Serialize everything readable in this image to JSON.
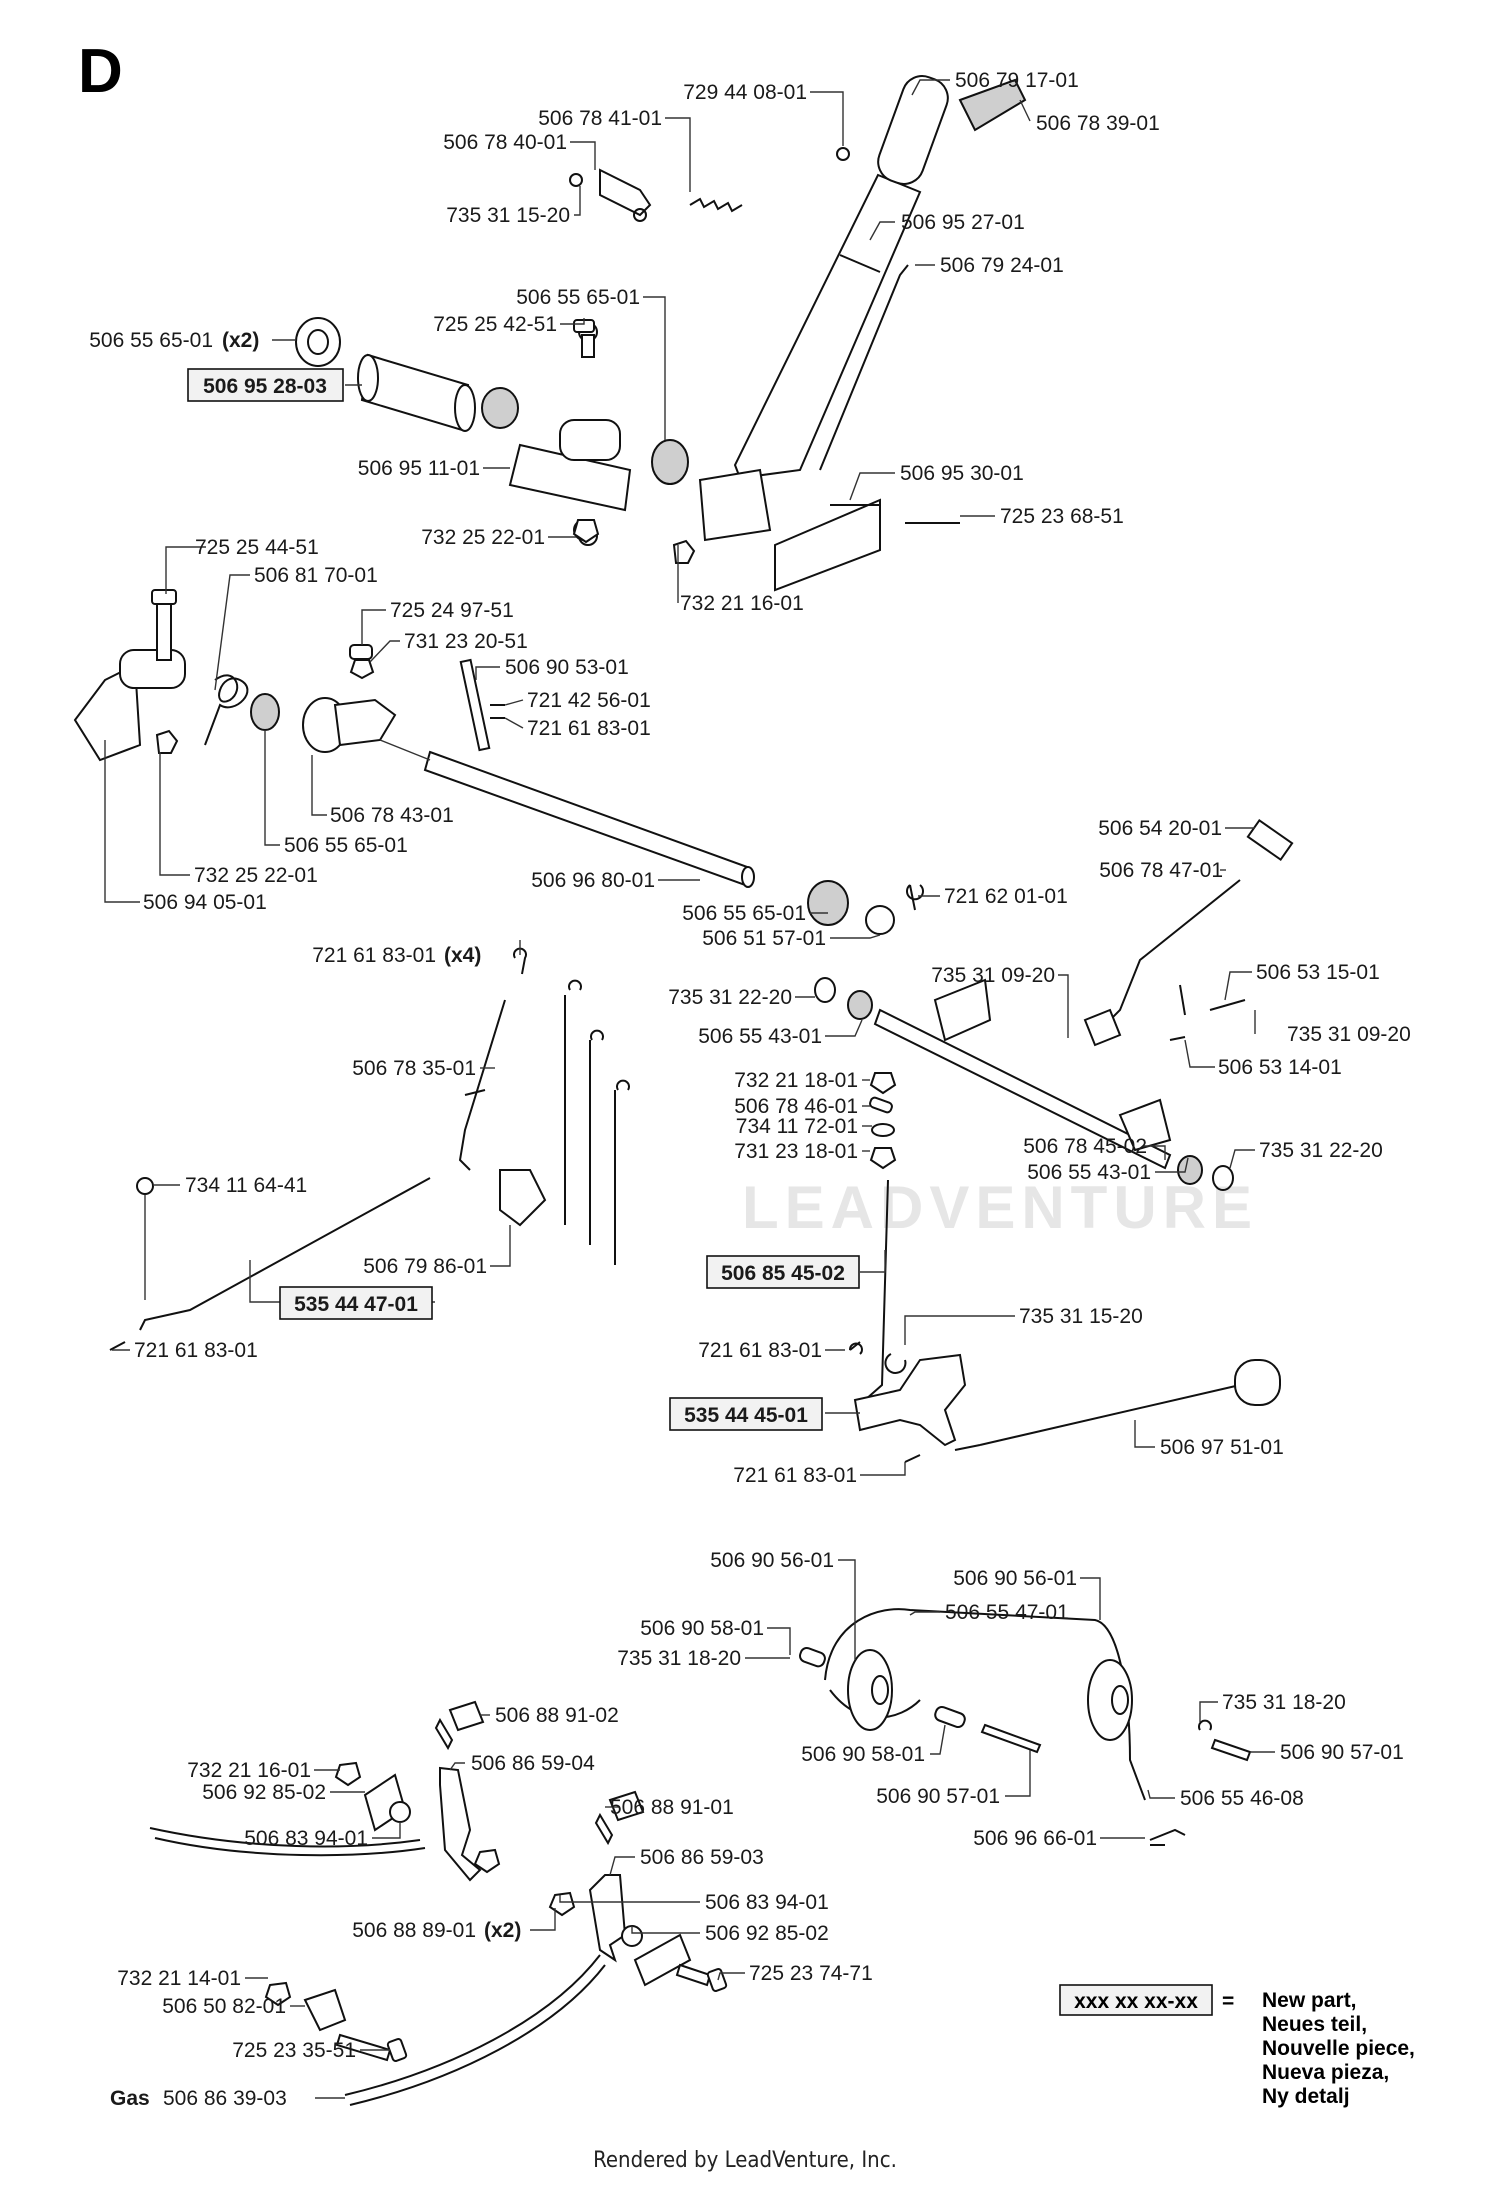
{
  "section_letter": "D",
  "watermark": "LEADVENTURE",
  "footer": "Rendered by LeadVenture, Inc.",
  "legend": {
    "pattern": "xxx xx xx-xx",
    "equals": "=",
    "lines": [
      "New part,",
      "Neues teil,",
      "Nouvelle piece,",
      "Nueva pieza,",
      "Ny detalj"
    ]
  },
  "labels": {
    "l01": "729 44 08-01",
    "l02": "506 79 17-01",
    "l03": "506 78 41-01",
    "l04": "506 78 40-01",
    "l05": "506 78 39-01",
    "l06": "735 31 15-20",
    "l07": "506 95 27-01",
    "l08": "506 79 24-01",
    "l09": "506 55 65-01",
    "l10": "506 55 65-01",
    "l10q": "(x2)",
    "l11": "725 25 42-51",
    "l12": "506 95 28-03",
    "l13": "506 95 11-01",
    "l14": "506 95 30-01",
    "l15": "725 23 68-51",
    "l16": "732 25 22-01",
    "l17": "725 25 44-51",
    "l18": "732 21 16-01",
    "l19": "506 81 70-01",
    "l20": "725 24 97-51",
    "l21": "731 23 20-51",
    "l22": "506 90 53-01",
    "l23": "721 42 56-01",
    "l24": "721 61 83-01",
    "l25": "506 78 43-01",
    "l26": "506 55 65-01",
    "l27": "732 25 22-01",
    "l28": "506 96 80-01",
    "l29": "506 94 05-01",
    "l30": "506 54 20-01",
    "l31": "506 78 47-01",
    "l32": "721 62 01-01",
    "l33": "506 55 65-01",
    "l34": "506 51 57-01",
    "l35": "721 61 83-01",
    "l35q": "(x4)",
    "l36": "735 31 09-20",
    "l37": "506 53 15-01",
    "l38": "735 31 22-20",
    "l39": "735 31 09-20",
    "l40": "506 55 43-01",
    "l41": "506 53 14-01",
    "l42": "506 78 35-01",
    "l43": "732 21 18-01",
    "l44": "506 78 46-01",
    "l45": "734 11 72-01",
    "l46": "731 23 18-01",
    "l47": "506 78 45-02",
    "l48": "735 31 22-20",
    "l49": "506 55 43-01",
    "l50": "734 11 64-41",
    "l51": "506 79 86-01",
    "l52": "506 85 45-02",
    "l53": "535 44 47-01",
    "l54": "735 31 15-20",
    "l55": "721 61 83-01",
    "l56": "721 61 83-01",
    "l57": "535 44 45-01",
    "l58": "506 97 51-01",
    "l59": "721 61 83-01",
    "l60": "506 90 56-01",
    "l61": "506 90 56-01",
    "l62": "506 90 58-01",
    "l63": "506 55 47-01",
    "l64": "735 31 18-20",
    "l65": "506 88 91-02",
    "l66": "735 31 18-20",
    "l67": "732 21 16-01",
    "l68": "506 86 59-04",
    "l69": "506 90 58-01",
    "l70": "506 90 57-01",
    "l71": "506 92 85-02",
    "l72": "506 90 57-01",
    "l73": "506 88 91-01",
    "l74": "506 55 46-08",
    "l75": "506 83 94-01",
    "l76": "506 96 66-01",
    "l77": "506 86 59-03",
    "l78": "506 83 94-01",
    "l79": "506 88 89-01",
    "l79q": "(x2)",
    "l80": "506 92 85-02",
    "l81": "732 21 14-01",
    "l82": "725 23 74-71",
    "l83": "506 50 82-01",
    "l84": "725 23 35-51",
    "l85": "506 86 39-03",
    "l85p": "Gas"
  }
}
